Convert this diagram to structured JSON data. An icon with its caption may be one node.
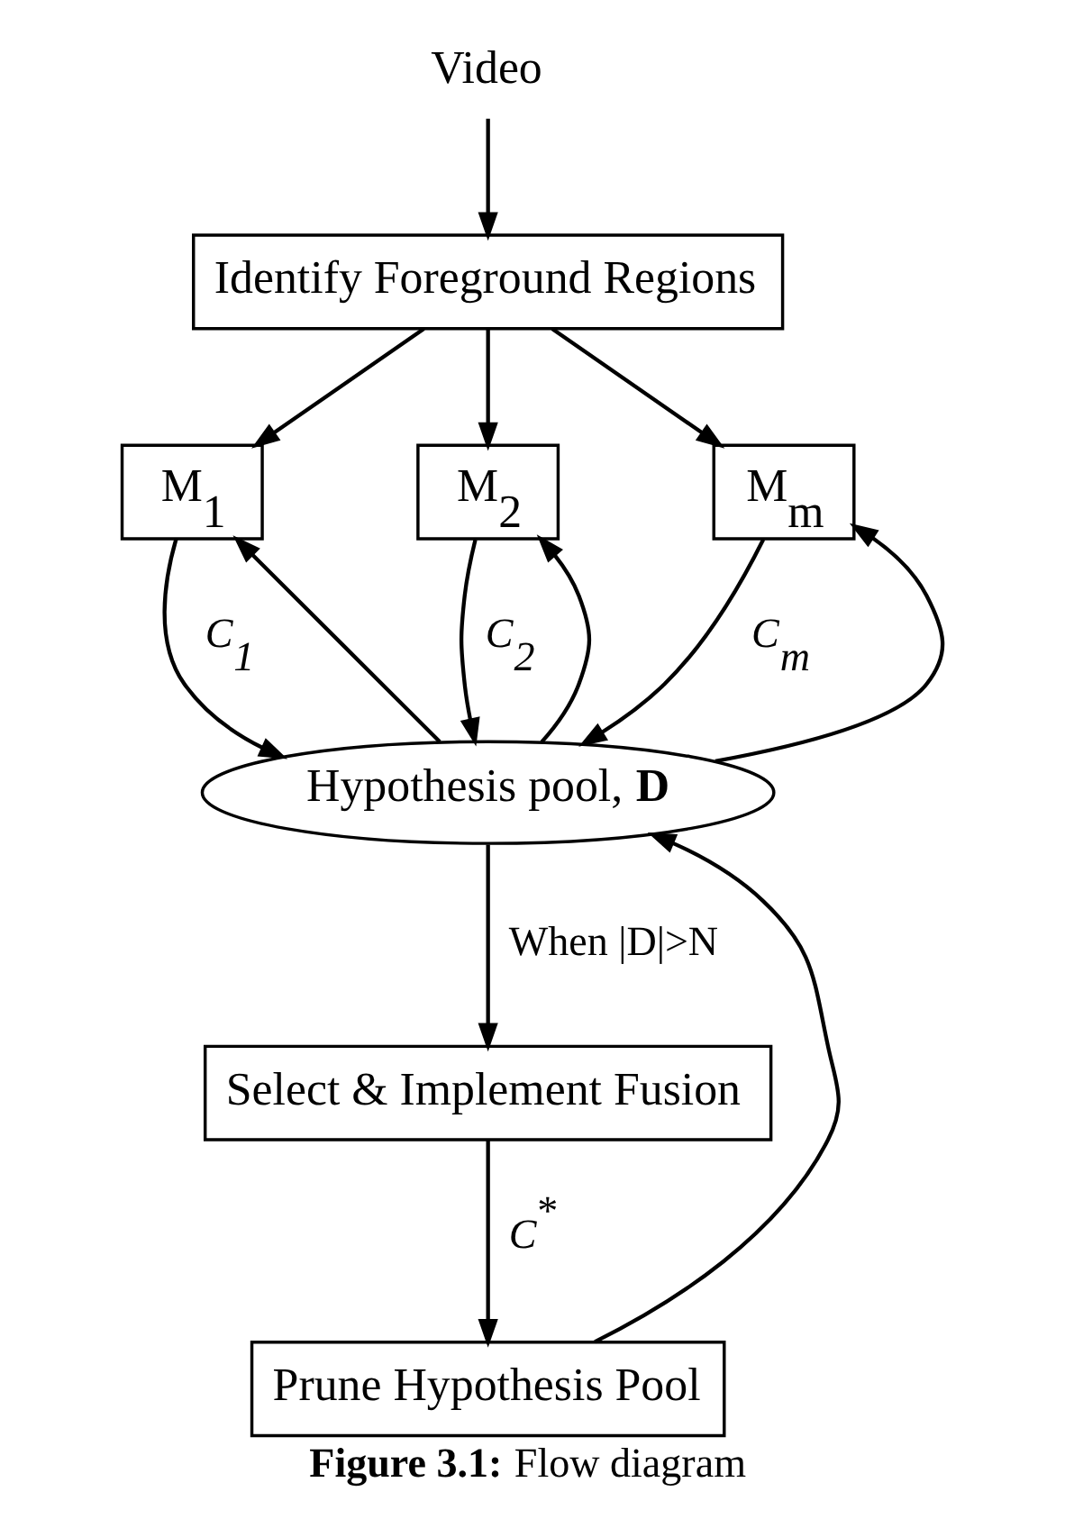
{
  "diagram": {
    "caption": "**Figure 3.1:**  Flow diagram",
    "nodes": [
      {
        "text": [
          "Video"
        ]
      },
      {
        "text": [
          "Identify Foreground Regions"
        ]
      },
      {
        "text": [
          "M$_{1}$"
        ]
      },
      {
        "text": [
          "M$_{2}$"
        ]
      },
      {
        "text": [
          "M$_{m}$"
        ]
      },
      {
        "text": [
          "Hypothesis pool, **D**"
        ]
      },
      {
        "text": [
          "Select & Implement Fusion"
        ]
      },
      {
        "text": [
          "Prune Hypothesis Pool"
        ]
      }
    ],
    "edges": [
      {
        "from": 0,
        "to": 1,
        "arrow": "to"
      },
      {
        "from": 1,
        "to": 2,
        "arrow": "to"
      },
      {
        "from": 1,
        "to": 3,
        "arrow": "to"
      },
      {
        "from": 1,
        "to": 4,
        "arrow": "to"
      },
      {
        "from": 5,
        "to": 2,
        "arrow": "to"
      },
      {
        "from": 5,
        "to": 3,
        "arrow": "to"
      },
      {
        "from": 5,
        "to": 4,
        "arrow": "to"
      },
      {
        "from": 2,
        "to": 5,
        "arrow": "to",
        "label": "*C$_{1}$*"
      },
      {
        "from": 3,
        "to": 5,
        "arrow": "to",
        "label": "*C$_{2}$*"
      },
      {
        "from": 4,
        "to": 5,
        "arrow": "to",
        "label": "*C$_{m}$*"
      },
      {
        "from": 5,
        "to": 6,
        "arrow": "to",
        "label": "When |D|>N"
      },
      {
        "from": 6,
        "to": 7,
        "arrow": "to",
        "label": "*C*$^{*}$"
      },
      {
        "from": 7,
        "to": 5,
        "arrow": "to"
      }
    ]
  }
}
